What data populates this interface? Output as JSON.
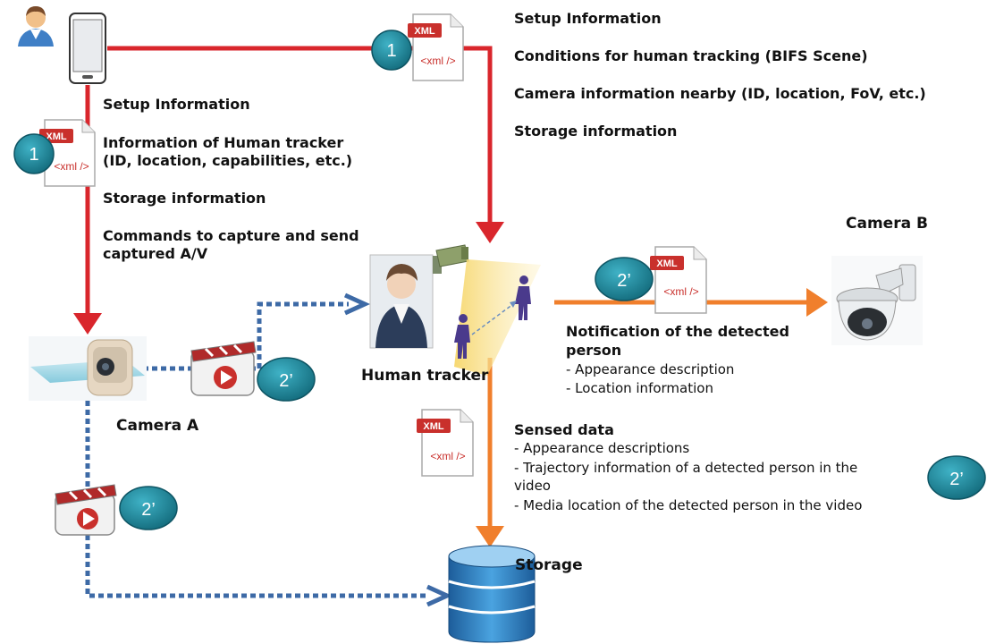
{
  "colors": {
    "red_arrow": "#d9262c",
    "orange_arrow": "#f07f2c",
    "blue_dashed": "#3d6aa6",
    "badge": "#1d8ea3",
    "xml_tag": "#c9302c"
  },
  "icons": [
    "user-icon",
    "smartphone-icon",
    "xml-document-icon",
    "video-clip-icon",
    "cctv-camera-icon",
    "ptz-camera-icon",
    "database-icon",
    "person-figure-icon"
  ],
  "phone_text": {
    "setup": "Setup Information",
    "tracker_info_1": "Information of Human tracker",
    "tracker_info_2": "(ID, location, capabilities, etc.)",
    "storage": "Storage information",
    "commands_1": "Commands to capture and send",
    "commands_2": "captured A/V"
  },
  "top_text": {
    "setup": "Setup Information",
    "conditions": "Conditions for human tracking (BIFS Scene)",
    "camera_info": "Camera information nearby (ID, location, FoV, etc.)",
    "storage": "Storage information"
  },
  "notification": {
    "title_1": "Notification of the detected",
    "title_2": "person",
    "item_1": "- Appearance description",
    "item_2": "- Location information"
  },
  "sensed": {
    "title": "Sensed data",
    "item_1": "- Appearance descriptions",
    "item_2a": "- Trajectory information of a detected person in the",
    "item_2b": "video",
    "item_3": "- Media location of the detected person in the video"
  },
  "labels": {
    "camera_a": "Camera A",
    "camera_b": "Camera B",
    "human_tracker": "Human tracker",
    "storage": "Storage"
  },
  "badges": {
    "one": "1",
    "two_prime": "2’"
  },
  "xml": {
    "tag": "XML",
    "content": "<xml />"
  }
}
